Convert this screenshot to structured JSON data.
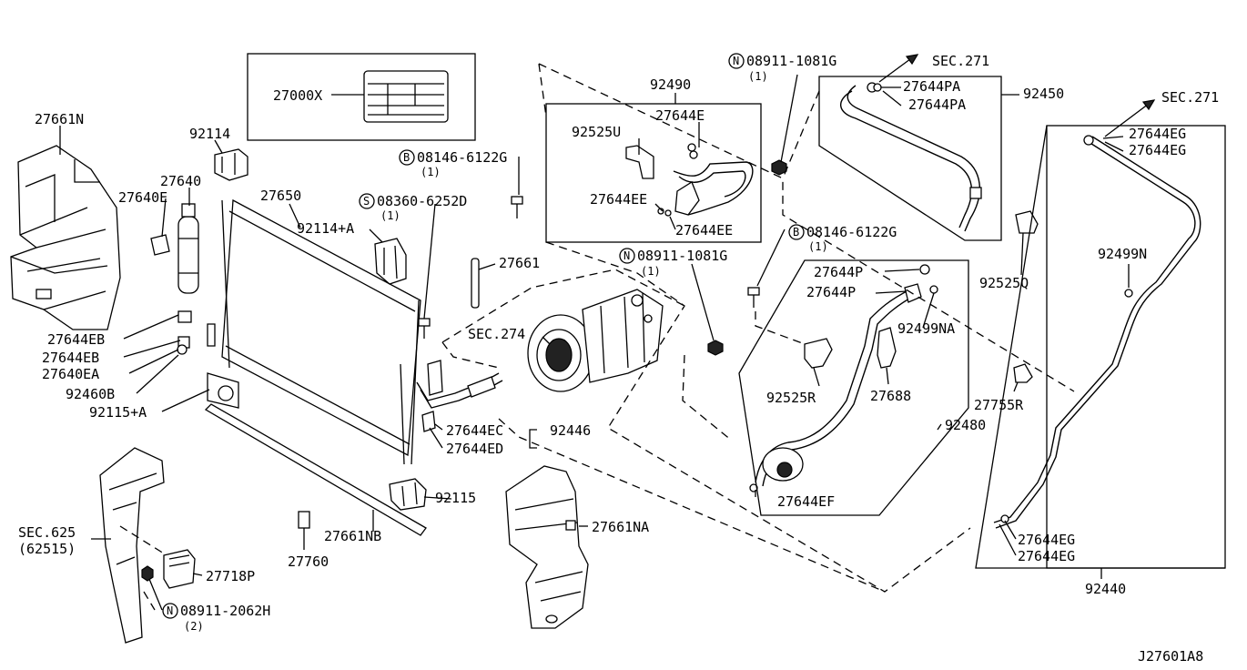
{
  "diagram_id": "J27601A8",
  "labels": {
    "l_27661N": "27661N",
    "l_92114": "92114",
    "l_27640": "27640",
    "l_27640E": "27640E",
    "l_27650": "27650",
    "l_27000X": "27000X",
    "l_b1": "08146-6122G",
    "l_b1q": "(1)",
    "l_s1": "08360-6252D",
    "l_s1q": "(1)",
    "l_92114A": "92114+A",
    "l_92490": "92490",
    "l_27644E": "27644E",
    "l_92525U": "92525U",
    "l_27644EE1": "27644EE",
    "l_27644EE2": "27644EE",
    "l_n1": "08911-1081G",
    "l_n1q": "(1)",
    "l_sec271a": "SEC.271",
    "l_27644PA1": "27644PA",
    "l_27644PA2": "27644PA",
    "l_92450": "92450",
    "l_sec271b": "SEC.271",
    "l_27644EG1": "27644EG",
    "l_27644EG2": "27644EG",
    "l_b2": "08146-6122G",
    "l_b2q": "(1)",
    "l_92525Q": "92525Q",
    "l_27661": "27661",
    "l_n2": "08911-1081G",
    "l_n2q": "(1)",
    "l_sec274": "SEC.274",
    "l_27644P1": "27644P",
    "l_27644P2": "27644P",
    "l_92499NA": "92499NA",
    "l_92499N": "92499N",
    "l_92525R": "92525R",
    "l_27688": "27688",
    "l_27755R": "27755R",
    "l_92480": "92480",
    "l_27644EB1": "27644EB",
    "l_27644EB2": "27644EB",
    "l_27640EA": "27640EA",
    "l_92460B": "92460B",
    "l_92115A": "92115+A",
    "l_27644EC": "27644EC",
    "l_27644ED": "27644ED",
    "l_92446": "92446",
    "l_92115": "92115",
    "l_27661NA": "27661NA",
    "l_27644EF": "27644EF",
    "l_27644EG3": "27644EG",
    "l_27644EG4": "27644EG",
    "l_sec625": "SEC.625",
    "l_62515": "(62515)",
    "l_27718P": "27718P",
    "l_27760": "27760",
    "l_27661NB": "27661NB",
    "l_n3": "08911-2062H",
    "l_n3q": "(2)",
    "l_92440": "92440",
    "symbol_b": "B",
    "symbol_s": "S",
    "symbol_n": "N"
  }
}
